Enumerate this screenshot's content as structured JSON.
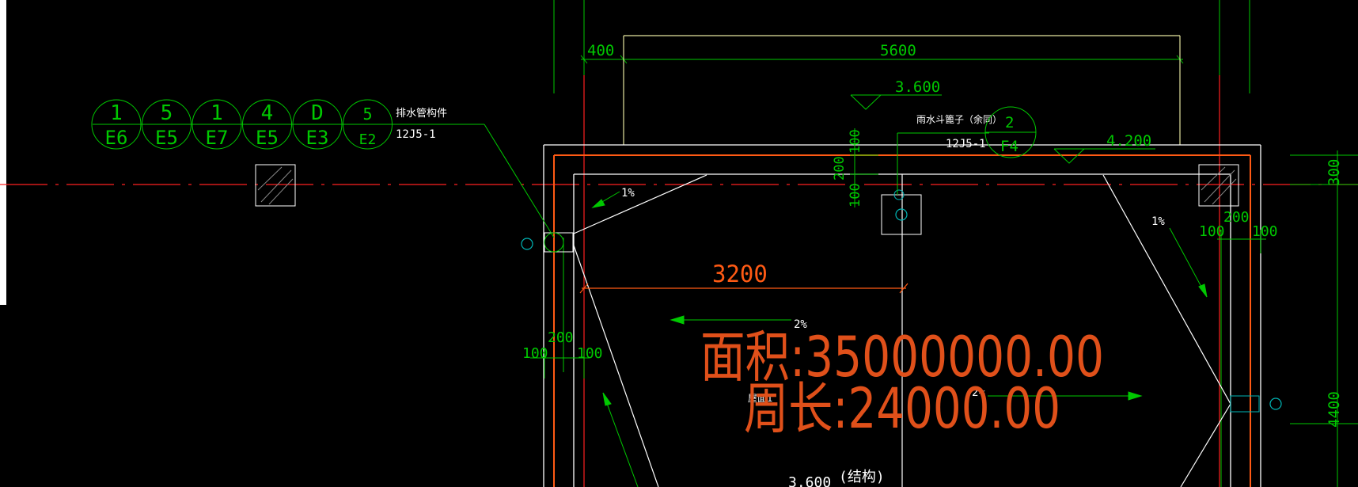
{
  "colors": {
    "background": "#000000",
    "dimension": "#00c800",
    "wall": "#ffffff",
    "axis": "#ff2020",
    "parapet": "#ff5a14",
    "area_text": "#e0501a",
    "outline": "#e6e6a0",
    "symbol": "#00b4b4"
  },
  "dims": {
    "top_400": "400",
    "top_5600": "5600",
    "right_300": "300",
    "right_4400": "4400",
    "wall_200_left": "200",
    "wall_100_left_a": "100",
    "wall_100_left_b": "100",
    "wall_200_right": "200",
    "wall_100_right_a": "100",
    "wall_100_right_b": "100",
    "gutter_100_a": "100",
    "gutter_200": "200",
    "gutter_100_b": "100",
    "span_3200": "3200"
  },
  "elevations": {
    "parapet_level": "3.600",
    "roof_level": "4.200",
    "structure_level": "3.600",
    "structure_note": "(结构)"
  },
  "index_bubbles": [
    {
      "top": "1",
      "bottom": "E6"
    },
    {
      "top": "5",
      "bottom": "E5"
    },
    {
      "top": "1",
      "bottom": "E7"
    },
    {
      "top": "4",
      "bottom": "E5"
    },
    {
      "top": "D",
      "bottom": "E3"
    },
    {
      "top": "5",
      "bottom": "E2"
    }
  ],
  "annotations": {
    "drain_fitting_label": "排水管构件",
    "drain_fitting_ref": "12J5-1",
    "rain_hopper_label": "雨水斗篦子（余同）",
    "rain_hopper_ref": "12J5-1",
    "hopper_bubble_top": "2",
    "hopper_bubble_bottom": "F4",
    "roof_face_label": "屋面1"
  },
  "slopes": {
    "slope_top_left": "1%",
    "slope_right": "1%",
    "slope_main_left": "2%",
    "slope_main_right": "2%"
  },
  "measurement": {
    "area": "面积:35000000.00",
    "perimeter": "周长:24000.00"
  }
}
